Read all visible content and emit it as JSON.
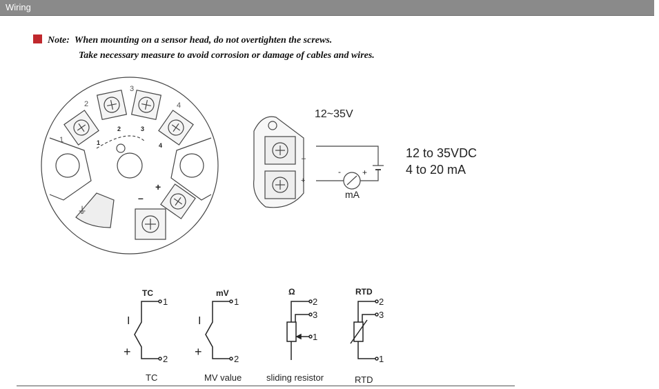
{
  "header": {
    "title": "Wiring"
  },
  "note": {
    "label": "Note",
    "sep": ":",
    "line1": "When mounting on a sensor head, do not overtighten the screws.",
    "line2": "Take necessary measure to avoid corrosion or damage of cables and wires."
  },
  "head": {
    "outer_numbers": [
      "1",
      "2",
      "3",
      "4"
    ],
    "inner_numbers": [
      "1",
      "2",
      "3",
      "4"
    ],
    "minus": "–",
    "plus": "+"
  },
  "power": {
    "voltage_label": "12~35V",
    "spec_line1": "12 to 35VDC",
    "spec_line2": "4 to 20 mA",
    "meter_label": "mA",
    "minus": "-",
    "plus": "+",
    "term_minus": "–",
    "term_plus": "+"
  },
  "sensors": [
    {
      "title": "TC",
      "caption": "TC",
      "pins": [
        "1",
        "2"
      ],
      "minus": "I",
      "plus": "+"
    },
    {
      "title": "mV",
      "caption": "MV value",
      "pins": [
        "1",
        "2"
      ],
      "minus": "I",
      "plus": "+"
    },
    {
      "title": "Ω",
      "caption": "sliding resistor",
      "pins": [
        "2",
        "3",
        "1"
      ]
    },
    {
      "title": "RTD",
      "caption": "RTD",
      "pins": [
        "2",
        "3",
        "1"
      ]
    }
  ]
}
